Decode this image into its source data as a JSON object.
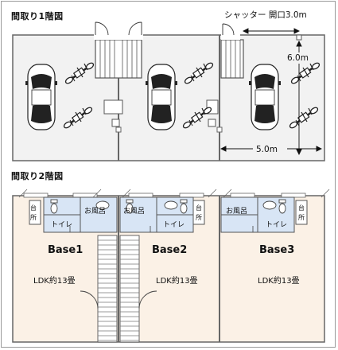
{
  "floor1": {
    "heading": "間取り1階図",
    "shutter_label": "シャッター 開口3.0m",
    "height_label": "6.0m",
    "width_label": "5.0m"
  },
  "floor2": {
    "heading": "間取り2階図",
    "units": [
      {
        "name": "Base1",
        "area": "LDK約13畳",
        "bath": "お風呂",
        "toilet": "トイレ",
        "kitchen_top": "台",
        "kitchen_bottom": "所"
      },
      {
        "name": "Base2",
        "area": "LDK約13畳",
        "bath": "お風呂",
        "toilet": "トイレ",
        "kitchen_top": "台",
        "kitchen_bottom": "所"
      },
      {
        "name": "Base3",
        "area": "LDK約13畳",
        "bath": "お風呂",
        "toilet": "トイレ",
        "kitchen_top": "台",
        "kitchen_bottom": "所"
      }
    ]
  },
  "colors": {
    "floor1_fill": "#f2f2f2",
    "floor2_fill": "#fbf1e6",
    "wet_area_fill": "#d8e5f5",
    "wall": "#555555"
  }
}
